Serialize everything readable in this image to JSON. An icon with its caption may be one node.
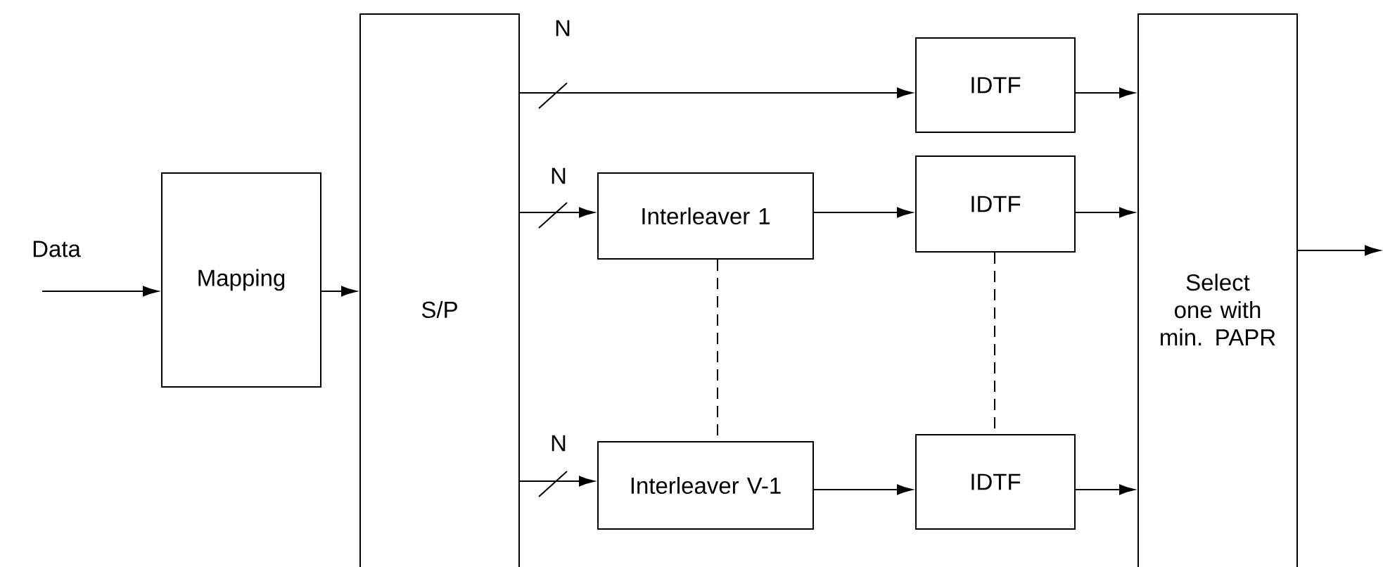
{
  "diagram": {
    "nodes": [
      {
        "text": [
          "Mapping"
        ]
      },
      {
        "text": [
          "S/P"
        ]
      },
      {
        "text": [
          "Interleaver 1"
        ]
      },
      {
        "text": [
          "Interleaver V-1"
        ]
      },
      {
        "text": [
          "IDTF"
        ]
      },
      {
        "text": [
          "IDTF"
        ]
      },
      {
        "text": [
          "IDTF"
        ]
      },
      {
        "text": [
          "Select one with min. PAPR"
        ]
      }
    ],
    "edges": [
      {
        "from": null,
        "to": 0,
        "arrow": "to",
        "label": "Data"
      },
      {
        "from": 0,
        "to": 1,
        "arrow": "to"
      },
      {
        "from": 1,
        "to": 4,
        "arrow": "to",
        "label": "N"
      },
      {
        "from": 1,
        "to": 2,
        "arrow": "to",
        "label": "N"
      },
      {
        "from": 1,
        "to": 3,
        "arrow": "to",
        "label": "N"
      },
      {
        "from": 2,
        "to": 5,
        "arrow": "to"
      },
      {
        "from": 3,
        "to": 6,
        "arrow": "to"
      },
      {
        "from": 4,
        "to": 7,
        "arrow": "to"
      },
      {
        "from": 5,
        "to": 7,
        "arrow": "to"
      },
      {
        "from": 6,
        "to": 7,
        "arrow": "to"
      },
      {
        "from": 7,
        "to": null,
        "arrow": "to"
      },
      {
        "from": 2,
        "to": 3,
        "arrow": "none",
        "style": "dashed"
      },
      {
        "from": 5,
        "to": 6,
        "arrow": "none",
        "style": "dashed"
      }
    ]
  }
}
